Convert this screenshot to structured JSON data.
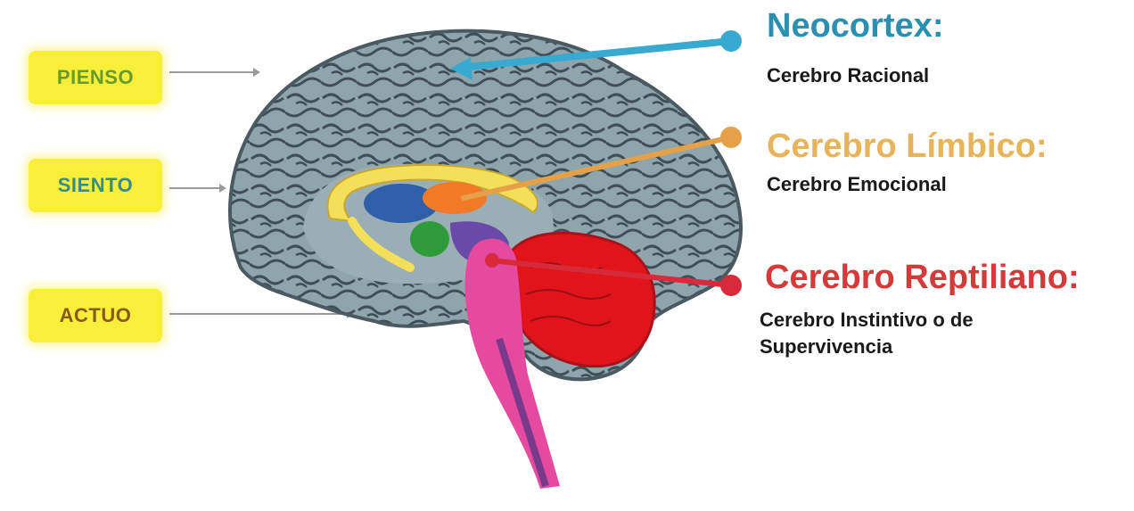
{
  "tags": {
    "pienso": "PIENSO",
    "siento": "SIENTO",
    "actuo": "ACTUO"
  },
  "neocortex": {
    "title": "Neocortex:",
    "subtitle": "Cerebro Racional",
    "color": "#2a9fc4"
  },
  "limbico": {
    "title": "Cerebro Límbico:",
    "subtitle": "Cerebro Emocional",
    "color": "#e8a948"
  },
  "reptiliano": {
    "title": "Cerebro Reptiliano:",
    "subtitle": "Cerebro Instintivo o de Supervivencia",
    "color": "#d42a3a"
  }
}
